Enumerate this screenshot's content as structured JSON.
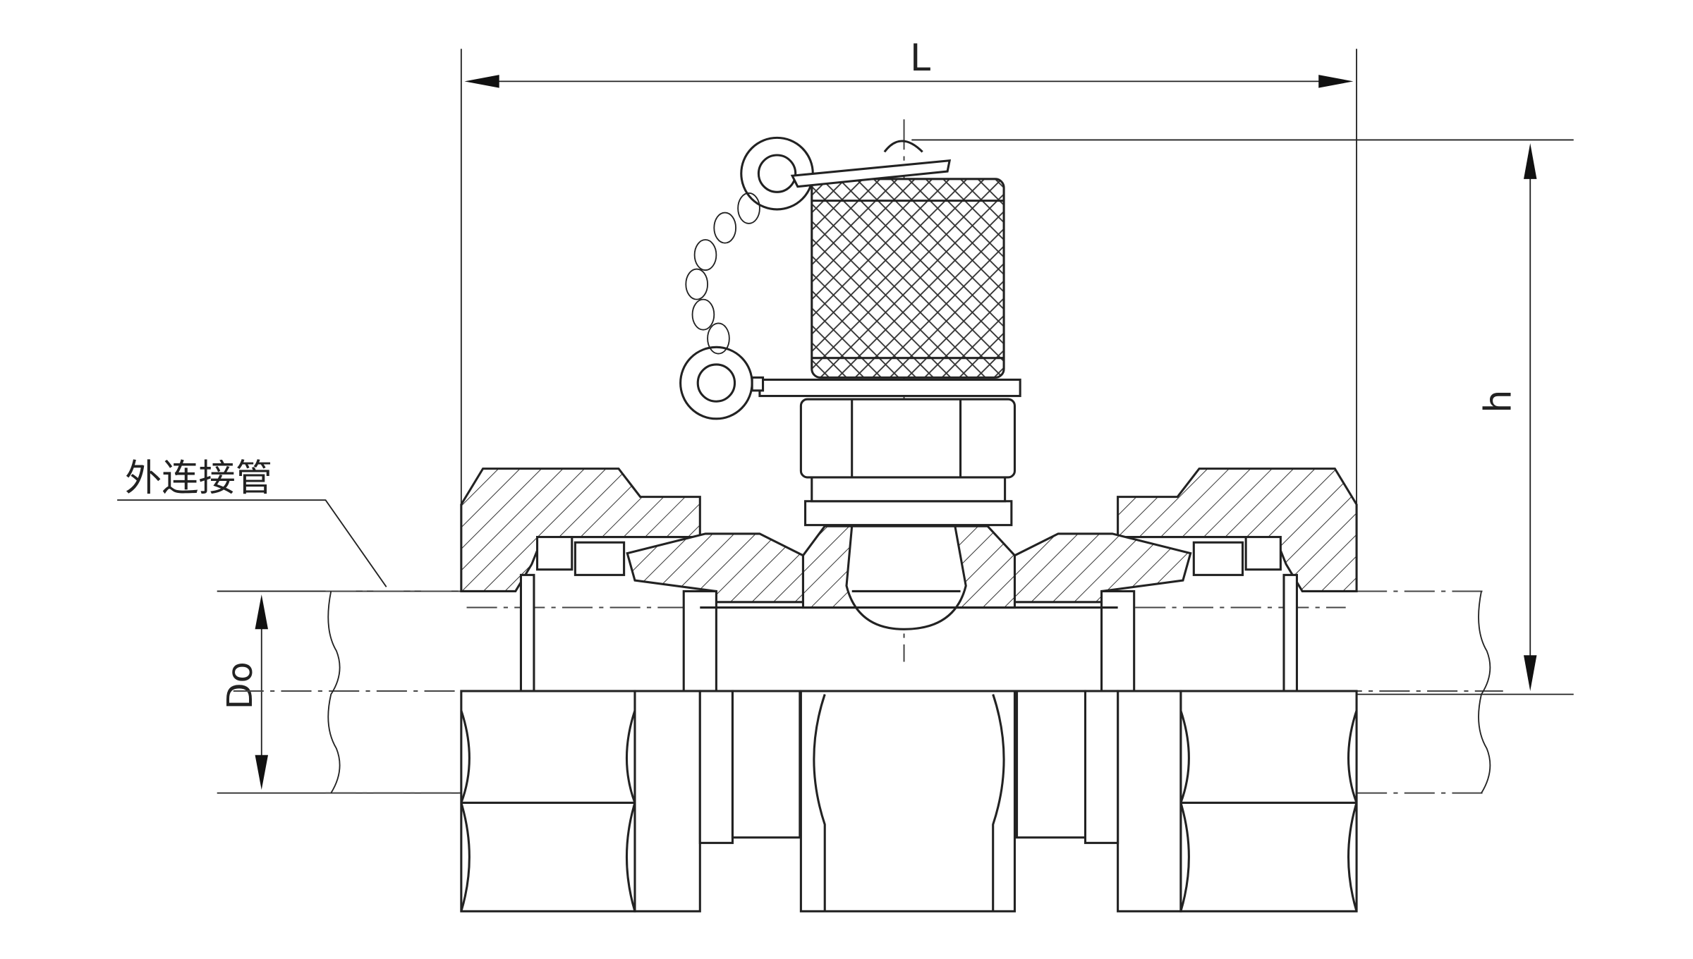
{
  "diagram": {
    "dimension_length_label": "L",
    "dimension_height_label": "h",
    "dimension_diameter_label": "Do",
    "callout_label": "外连接管"
  }
}
